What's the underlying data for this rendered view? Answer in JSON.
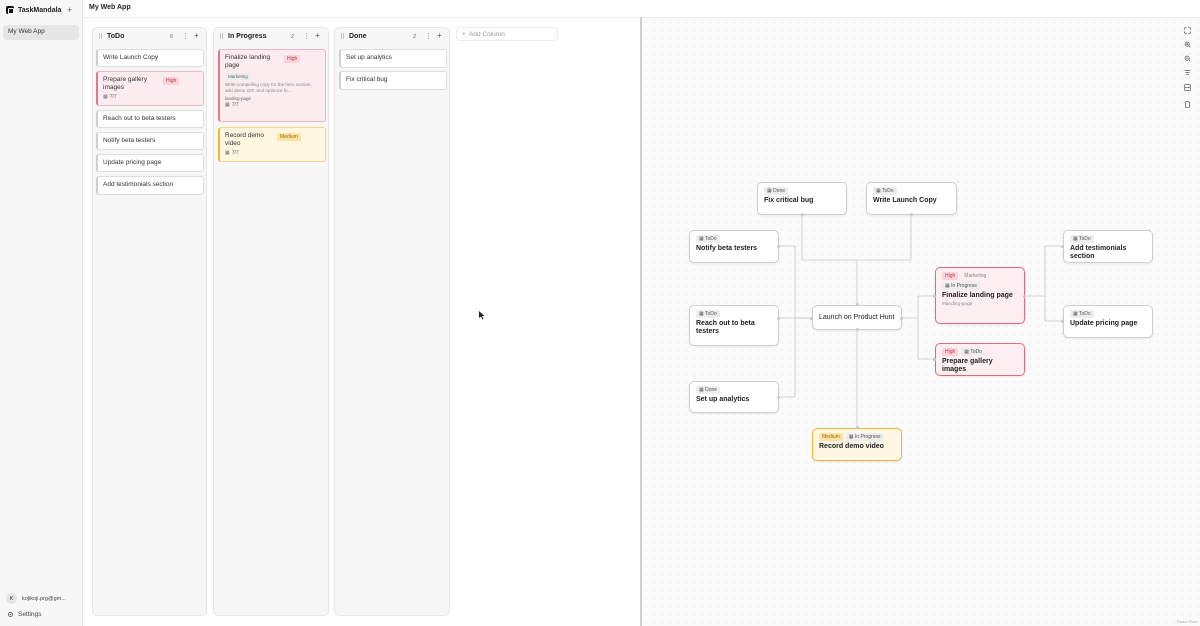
{
  "app": {
    "name": "TaskMandala",
    "add_label": "+"
  },
  "sidebar": {
    "project": "My Web App",
    "account_initial": "K",
    "account_email": "kojikoji.prg@gm...",
    "settings_label": "Settings"
  },
  "header": {
    "title": "My Web App"
  },
  "kanban": {
    "add_column_label": "Add Column",
    "columns": [
      {
        "title": "ToDo",
        "count": "6",
        "cards": [
          {
            "title": "Write Launch Copy"
          },
          {
            "title": "Prepare gallery images",
            "priority": "High",
            "date": "7/7"
          },
          {
            "title": "Reach out to beta testers"
          },
          {
            "title": "Notify beta testers"
          },
          {
            "title": "Update pricing page"
          },
          {
            "title": "Add testimonials section"
          }
        ]
      },
      {
        "title": "In Progress",
        "count": "2",
        "cards": [
          {
            "title": "Finalize landing page",
            "priority": "High",
            "tag": "Marketing",
            "description": "Write compelling copy for the hero section, add demo GIF, and optimize fo...",
            "label": "landing-page",
            "date": "7/7"
          },
          {
            "title": "Record demo video",
            "priority": "Medium",
            "date": "7/7"
          }
        ]
      },
      {
        "title": "Done",
        "count": "2",
        "cards": [
          {
            "title": "Set up analytics"
          },
          {
            "title": "Fix critical bug"
          }
        ]
      }
    ]
  },
  "flow": {
    "center": {
      "title": "Launch on Product Hunt"
    },
    "nodes": {
      "fix_bug": {
        "status": "Done",
        "title": "Fix critical bug"
      },
      "write_copy": {
        "status": "ToDo",
        "title": "Write Launch Copy"
      },
      "notify": {
        "status": "ToDo",
        "title": "Notify beta testers"
      },
      "reach_out": {
        "status": "ToDo",
        "title": "Reach out to beta testers"
      },
      "analytics": {
        "status": "Done",
        "title": "Set up analytics"
      },
      "finalize": {
        "priority": "High",
        "tag": "Marketing",
        "status": "In Progress",
        "title": "Finalize landing page",
        "label": "#landing-page"
      },
      "gallery": {
        "priority": "High",
        "status": "ToDo",
        "title": "Prepare gallery images"
      },
      "demo": {
        "priority": "Medium",
        "status": "In Progress",
        "title": "Record demo video"
      },
      "testimonials": {
        "status": "ToDo",
        "title": "Add testimonials section"
      },
      "pricing": {
        "status": "ToDo",
        "title": "Update pricing page"
      }
    },
    "attribution": "React Flow"
  },
  "colors": {
    "high": "#e06b7e",
    "medium": "#eab838",
    "accent": "#111111"
  }
}
